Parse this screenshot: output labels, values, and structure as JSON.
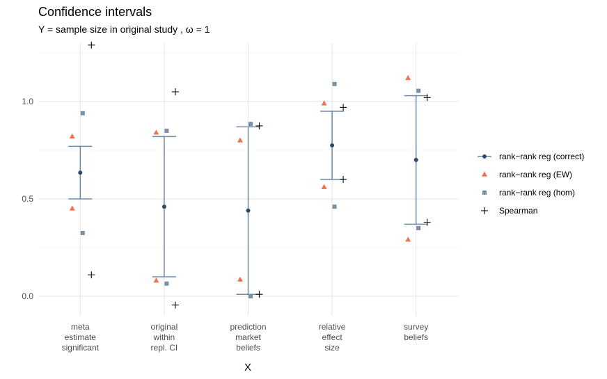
{
  "chart_data": {
    "type": "scatter",
    "title": "Confidence intervals",
    "subtitle": "Y = sample size in original study , ω = 1",
    "xlabel": "X",
    "ylabel": "",
    "ylim": [
      -0.1,
      1.3
    ],
    "yticks": [
      0.0,
      0.5,
      1.0
    ],
    "ytick_labels": [
      "0.0",
      "0.5",
      "1.0"
    ],
    "categories": [
      [
        "meta",
        "estimate",
        "significant"
      ],
      [
        "original",
        "within",
        "repl. CI"
      ],
      [
        "prediction",
        "market",
        "beliefs"
      ],
      [
        "relative",
        "effect",
        "size"
      ],
      [
        "survey",
        "beliefs"
      ]
    ],
    "grid": true,
    "legend_position": "right",
    "series": [
      {
        "name": "rank−rank reg (correct)",
        "marker": "circle-errorbar",
        "color": "#2c4a6e",
        "errbar_color": "#6f89a8",
        "values": [
          0.635,
          0.46,
          0.44,
          0.775,
          0.7
        ],
        "lower": [
          0.5,
          0.1,
          0.01,
          0.6,
          0.37
        ],
        "upper": [
          0.77,
          0.82,
          0.87,
          0.95,
          1.03
        ]
      },
      {
        "name": "rank−rank reg (EW)",
        "marker": "triangle",
        "color": "#f0724f",
        "values": [
          [
            0.82,
            0.45
          ],
          [
            0.84,
            0.08
          ],
          [
            0.8,
            0.085
          ],
          [
            0.99,
            0.56
          ],
          [
            1.12,
            0.29
          ]
        ]
      },
      {
        "name": "rank−rank reg (hom)",
        "marker": "square",
        "color": "#7a91a4",
        "values": [
          [
            0.94,
            0.325
          ],
          [
            0.85,
            0.065
          ],
          [
            0.885,
            0.0
          ],
          [
            1.09,
            0.46
          ],
          [
            1.055,
            0.35
          ]
        ]
      },
      {
        "name": "Spearman",
        "marker": "plus",
        "color": "#1a1a1a",
        "values": [
          [
            1.29,
            0.11
          ],
          [
            1.05,
            -0.045
          ],
          [
            0.875,
            0.01
          ],
          [
            0.97,
            0.6
          ],
          [
            1.02,
            0.38
          ]
        ]
      }
    ]
  }
}
